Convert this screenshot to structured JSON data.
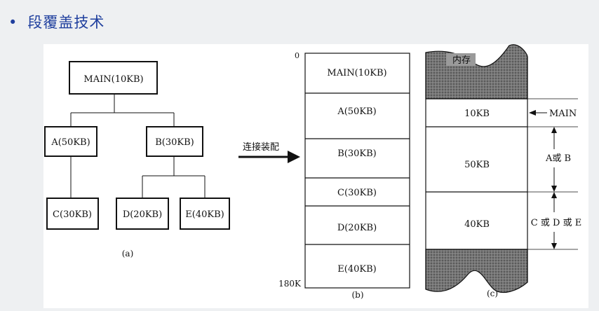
{
  "slide": {
    "bullet": "•",
    "title": "段覆盖技术"
  },
  "tree": {
    "main": "MAIN(10KB)",
    "a": "A(50KB)",
    "b": "B(30KB)",
    "c": "C(30KB)",
    "d": "D(20KB)",
    "e": "E(40KB)",
    "caption": "(a)"
  },
  "arrow_label": "连接装配",
  "linked": {
    "start": "0",
    "end": "180K",
    "segments": [
      "MAIN(10KB)",
      "A(50KB)",
      "B(30KB)",
      "C(30KB)",
      "D(20KB)",
      "E(40KB)"
    ],
    "caption": "(b)"
  },
  "memory": {
    "title": "内存",
    "block_main": "10KB",
    "block_ab": "50KB",
    "block_cde": "40KB",
    "label_main": "MAIN",
    "label_ab": "A或 B",
    "label_cde": "C 或 D 或 E",
    "caption": "(c)"
  }
}
